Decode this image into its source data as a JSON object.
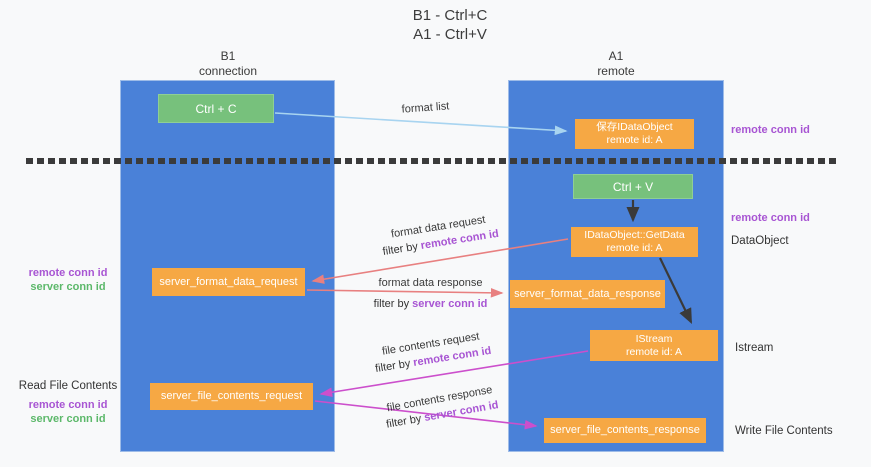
{
  "title": {
    "line1": "B1 - Ctrl+C",
    "line2": "A1 - Ctrl+V"
  },
  "columns": {
    "left": {
      "header_line1": "B1",
      "header_line2": "connection"
    },
    "right": {
      "header_line1": "A1",
      "header_line2": "remote"
    }
  },
  "nodes": {
    "ctrl_c": "Ctrl + C",
    "save_idataobject": {
      "line1": "保存IDataObject",
      "line2": "remote id: A"
    },
    "ctrl_v": "Ctrl + V",
    "getdata": {
      "line1": "IDataObject::GetData",
      "line2": "remote id: A"
    },
    "format_request": "server_format_data_request",
    "format_response": "server_format_data_response",
    "istream": {
      "line1": "IStream",
      "line2": "remote id: A"
    },
    "file_request": "server_file_contents_request",
    "file_response": "server_file_contents_response"
  },
  "arrow_labels": {
    "format_list": "format list",
    "format_data_request": "format data request",
    "format_data_response": "format data response",
    "file_contents_request": "file contents request",
    "file_contents_response": "file contents response",
    "filter_by": "filter by ",
    "remote_conn_id": "remote conn id",
    "server_conn_id": "server conn id"
  },
  "side_labels": {
    "left_format": {
      "remote": "remote conn id",
      "server": "server conn id"
    },
    "left_file": {
      "title": "Read File Contents",
      "remote": "remote conn id",
      "server": "server conn id"
    },
    "right_top_remote": "remote conn id",
    "right_mid_remote": "remote conn id",
    "right_dataobject": "DataObject",
    "right_istream": "Istream",
    "right_write": "Write File Contents"
  },
  "colors": {
    "background": "#f8f9fa",
    "lifeline_blue": "#4a81d8",
    "box_green": "#77c17c",
    "box_orange": "#f6a844",
    "arrow_blue": "#a8d4f0",
    "arrow_red": "#e88080",
    "arrow_magenta": "#cc4fcc",
    "arrow_black": "#3a3a3a",
    "text_purple": "#a855d3",
    "text_green": "#5cb86a"
  }
}
